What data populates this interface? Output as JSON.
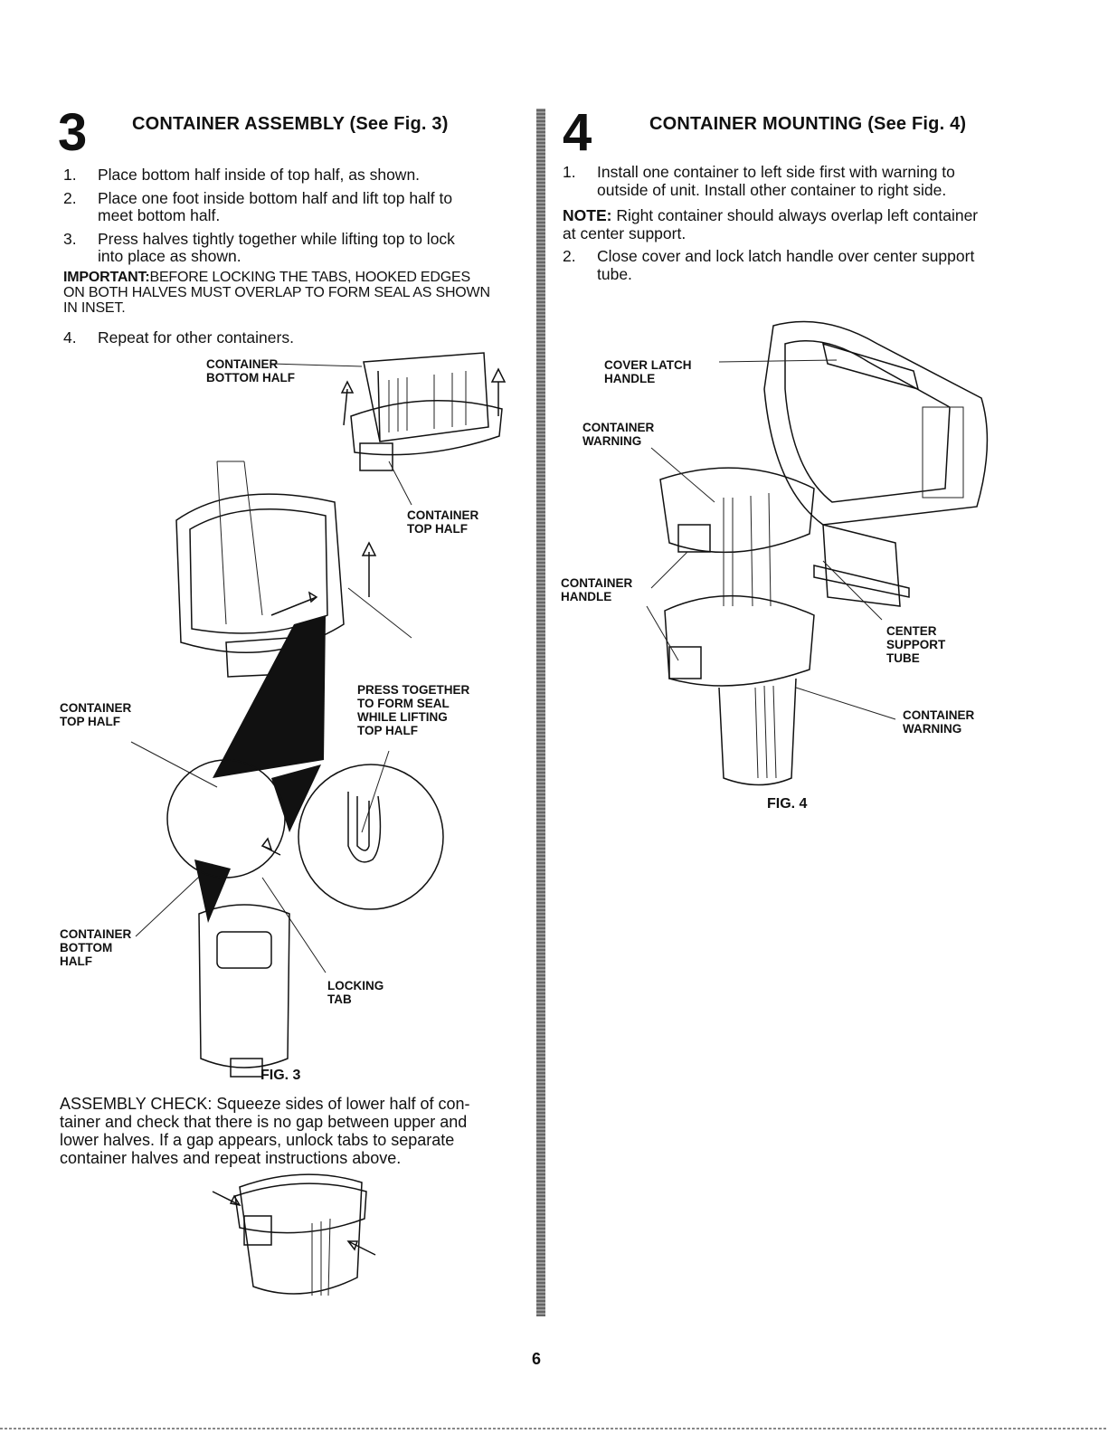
{
  "section3": {
    "number": "3",
    "heading": "CONTAINER ASSEMBLY (See Fig. 3)",
    "steps": [
      {
        "num": "1.",
        "lines": [
          "Place bottom half inside of top half, as shown."
        ]
      },
      {
        "num": "2.",
        "lines": [
          "Place one foot inside bottom half and lift top half to",
          "meet bottom half."
        ]
      },
      {
        "num": "3.",
        "lines": [
          "Press halves tightly together while lifting top to lock",
          "into place as shown."
        ]
      }
    ],
    "important_label": "IMPORTANT:",
    "important_lines": [
      "BEFORE LOCKING THE TABS, HOOKED EDGES",
      "ON BOTH HALVES MUST OVERLAP TO FORM SEAL AS SHOWN",
      "IN INSET."
    ],
    "step4": {
      "num": "4.",
      "text": "Repeat for other containers."
    },
    "fig_labels": {
      "bottom_half_top": [
        "CONTAINER",
        "BOTTOM HALF"
      ],
      "top_half_right": [
        "CONTAINER",
        "TOP HALF"
      ],
      "press_together": [
        "PRESS TOGETHER",
        "TO FORM SEAL",
        "WHILE LIFTING",
        "TOP HALF"
      ],
      "top_half_left": [
        "CONTAINER",
        "TOP HALF"
      ],
      "bottom_half_left": [
        "CONTAINER",
        "BOTTOM",
        "HALF"
      ],
      "locking_tab": [
        "LOCKING",
        "TAB"
      ]
    },
    "fig_caption": "FIG. 3",
    "check_lines": [
      "ASSEMBLY CHECK: Squeeze sides of lower half of con-",
      "tainer and check that there is no gap between upper and",
      "lower halves.  If a gap appears, unlock tabs to separate",
      "container halves and repeat instructions above."
    ]
  },
  "section4": {
    "number": "4",
    "heading": "CONTAINER MOUNTING (See Fig. 4)",
    "step1": {
      "num": "1.",
      "lines": [
        "Install one container to left side first with warning to",
        "outside of unit. Install other container to right side."
      ]
    },
    "note_label": "NOTE:",
    "note_lines": [
      " Right container should always overlap left container",
      "at center support."
    ],
    "step2": {
      "num": "2.",
      "lines": [
        "Close cover and lock latch handle over center support",
        "tube."
      ]
    },
    "fig_labels": {
      "cover_latch": [
        "COVER LATCH",
        "HANDLE"
      ],
      "warning_top": [
        "CONTAINER",
        "WARNING"
      ],
      "handle": [
        "CONTAINER",
        "HANDLE"
      ],
      "center_support": [
        "CENTER",
        "SUPPORT",
        "TUBE"
      ],
      "warning_bottom": [
        "CONTAINER",
        "WARNING"
      ]
    },
    "fig_caption": "FIG. 4"
  },
  "page_number": "6"
}
